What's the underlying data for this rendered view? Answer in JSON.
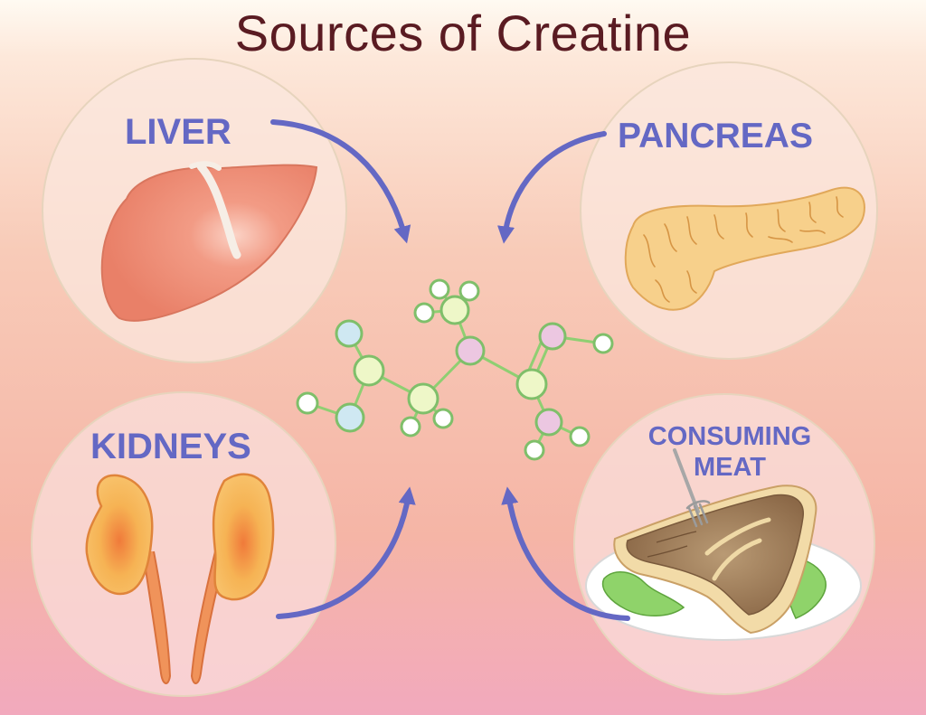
{
  "title": "Sources of Creatine",
  "sources": {
    "liver": "LIVER",
    "pancreas": "PANCREAS",
    "kidneys": "KIDNEYS",
    "meat": "CONSUMING MEAT"
  },
  "colors": {
    "title": "#5a1b22",
    "label": "#6468c4",
    "arrow": "#6468c4",
    "circle_border": "#e7d4bd",
    "atom_stroke": "#7fbf6a",
    "bond": "#8fcf72",
    "atom_carbon": "#eef7c8",
    "atom_nitrogen": "#cfe8f2",
    "atom_oxygen": "#ecc7e1",
    "atom_hydrogen": "#ffffff"
  }
}
